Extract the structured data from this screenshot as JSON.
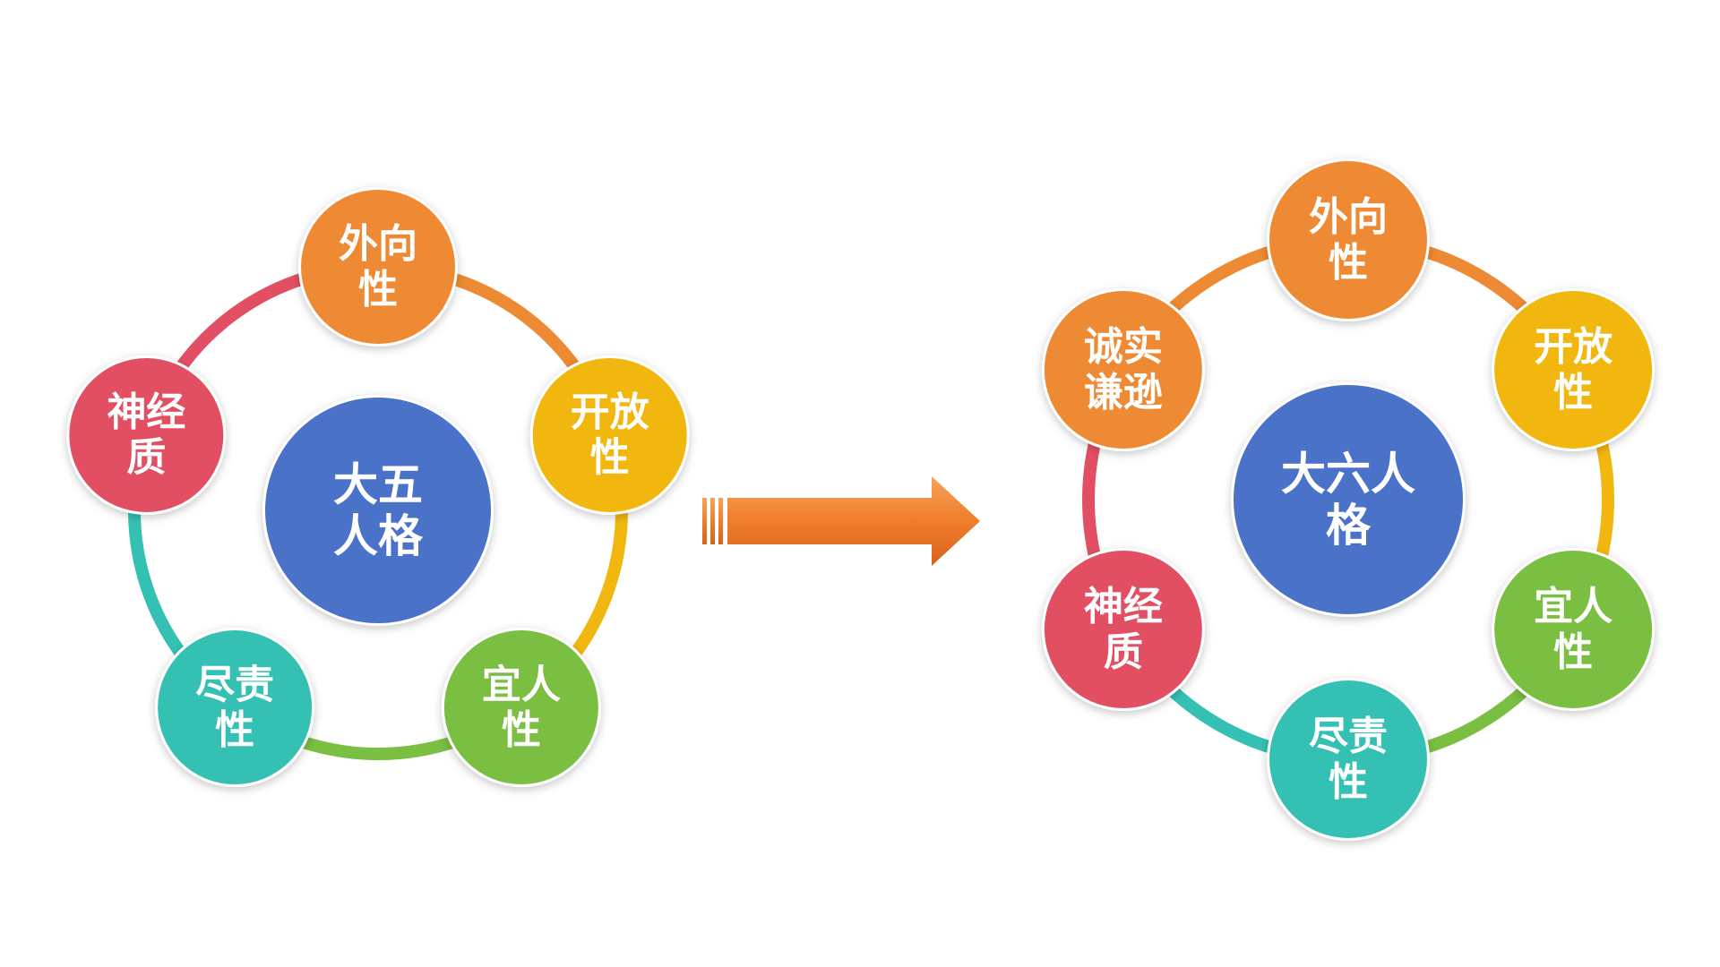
{
  "colors": {
    "blue": "#4a72c9",
    "orange": "#ee8a33",
    "yellow": "#f2b70f",
    "green": "#7bbf42",
    "teal": "#34c0b3",
    "red": "#e24f62",
    "arrow": "#ef7e2c",
    "label": "#ffffff"
  },
  "big_five": {
    "center_lines": [
      "大五",
      "人格"
    ],
    "traits": [
      {
        "key": "extraversion",
        "lines": [
          "外向",
          "性"
        ],
        "color": "orange"
      },
      {
        "key": "openness",
        "lines": [
          "开放",
          "性"
        ],
        "color": "yellow"
      },
      {
        "key": "agreeableness",
        "lines": [
          "宜人",
          "性"
        ],
        "color": "green"
      },
      {
        "key": "conscientiousness",
        "lines": [
          "尽责",
          "性"
        ],
        "color": "teal"
      },
      {
        "key": "neuroticism",
        "lines": [
          "神经",
          "质"
        ],
        "color": "red"
      }
    ]
  },
  "arrow": {
    "icon": "right-arrow-icon"
  },
  "big_six": {
    "center_lines": [
      "大六人",
      "格"
    ],
    "traits": [
      {
        "key": "extraversion",
        "lines": [
          "外向",
          "性"
        ],
        "color": "orange"
      },
      {
        "key": "openness",
        "lines": [
          "开放",
          "性"
        ],
        "color": "yellow"
      },
      {
        "key": "agreeableness",
        "lines": [
          "宜人",
          "性"
        ],
        "color": "green"
      },
      {
        "key": "conscientiousness",
        "lines": [
          "尽责",
          "性"
        ],
        "color": "teal"
      },
      {
        "key": "neuroticism",
        "lines": [
          "神经",
          "质"
        ],
        "color": "red"
      },
      {
        "key": "honesty-humility",
        "lines": [
          "诚实",
          "谦逊"
        ],
        "color": "orange"
      }
    ]
  }
}
